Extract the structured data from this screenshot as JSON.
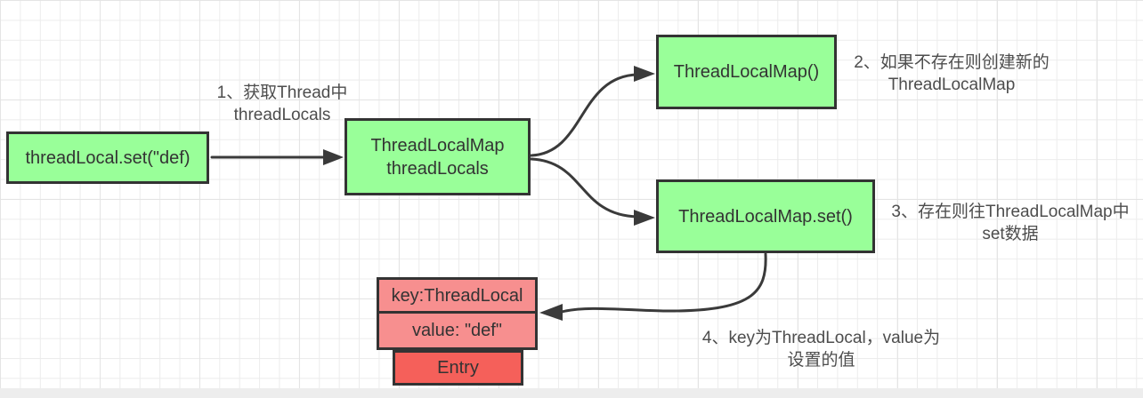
{
  "diagram": {
    "nodes": {
      "start": {
        "label": "threadLocal.set(\"def)"
      },
      "thread_map": {
        "line1": "ThreadLocalMap",
        "line2": "threadLocals"
      },
      "create_map": {
        "label": "ThreadLocalMap()"
      },
      "map_set": {
        "label": "ThreadLocalMap.set()"
      },
      "entry_key": {
        "label": "key:ThreadLocal"
      },
      "entry_value": {
        "label": "value: \"def\""
      },
      "entry": {
        "label": "Entry"
      }
    },
    "annotations": {
      "step1": {
        "line1": "1、获取Thread中",
        "line2": "threadLocals"
      },
      "step2": {
        "line1": "2、如果不存在则创建新的",
        "line2": "ThreadLocalMap"
      },
      "step3": {
        "line1": "3、存在则往ThreadLocalMap中",
        "line2": "set数据"
      },
      "step4": {
        "line1": "4、key为ThreadLocal，value为",
        "line2": "设置的值"
      }
    },
    "colors": {
      "canvas_bg": "#ffffff",
      "grid_line": "#ececec",
      "grid_major": "#e4e4e4",
      "bottom_strip": "#ededed",
      "node_green": "#99ff99",
      "node_pink": "#f78f8f",
      "node_red": "#f5605a",
      "border": "#333333",
      "arrow": "#3a3a3a",
      "text": "#333333",
      "annotation_text": "#4d4d4d"
    }
  }
}
